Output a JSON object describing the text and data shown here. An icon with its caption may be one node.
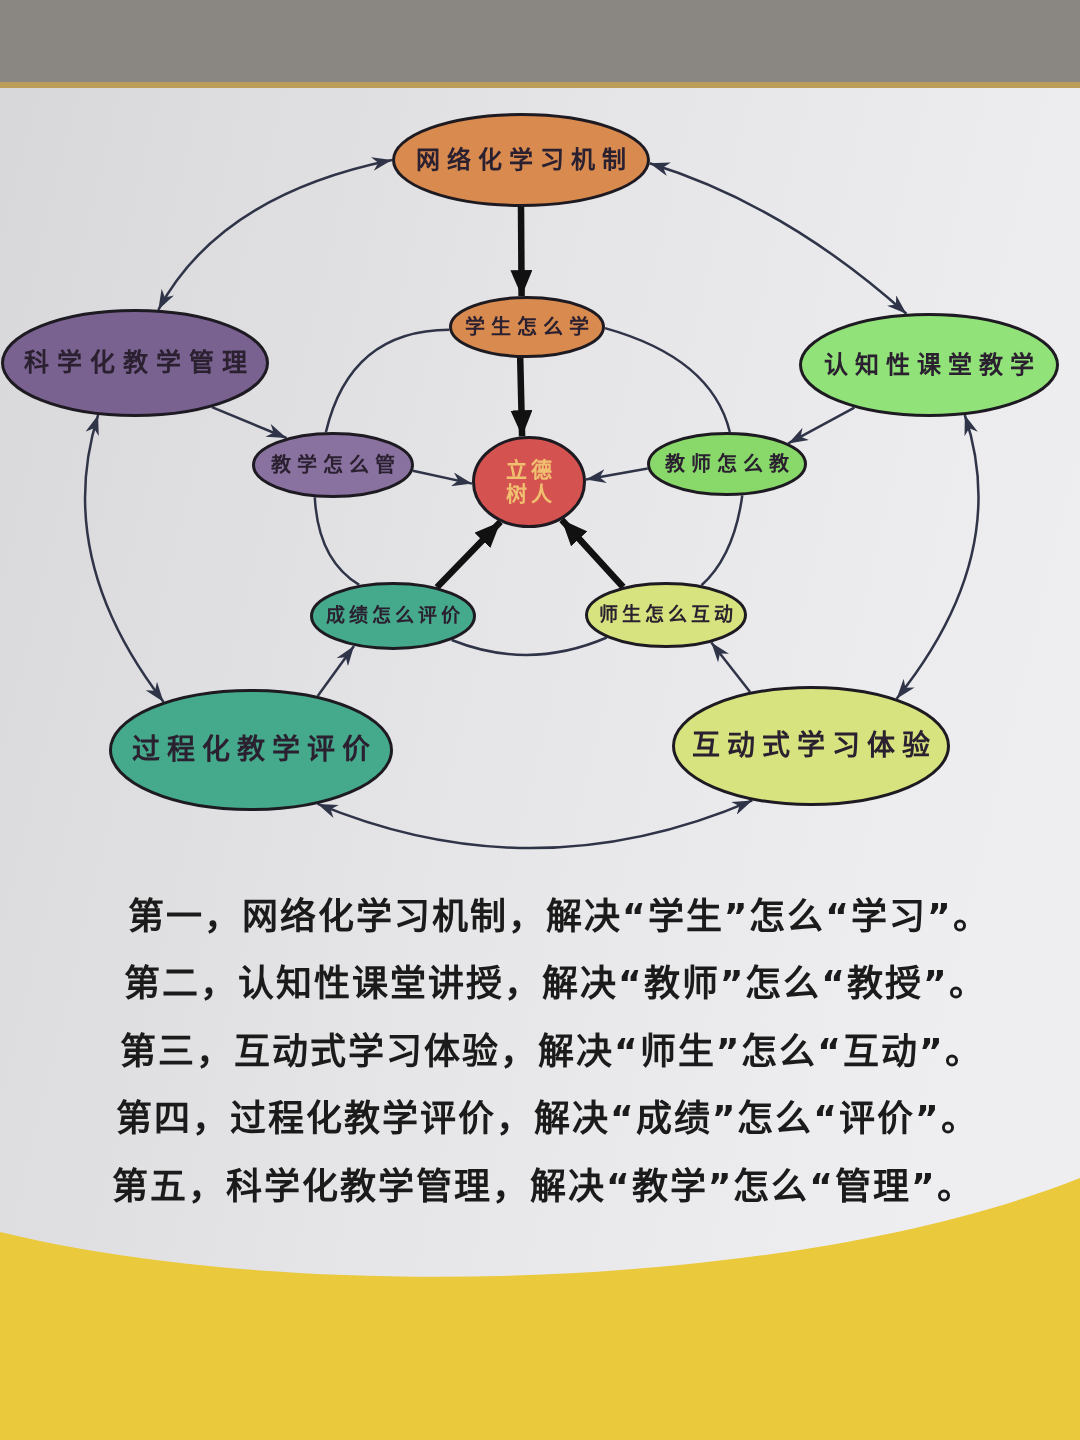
{
  "diagram": {
    "nodes": [
      {
        "text": [
          "网络化学习机制"
        ]
      },
      {
        "text": [
          "科学化教学管理"
        ]
      },
      {
        "text": [
          "学生怎么学"
        ]
      },
      {
        "text": [
          "认知性课堂教学"
        ]
      },
      {
        "text": [
          "教学怎么管"
        ]
      },
      {
        "text": [
          "立德树人"
        ]
      },
      {
        "text": [
          "教师怎么教"
        ]
      },
      {
        "text": [
          "成绩怎么评价"
        ]
      },
      {
        "text": [
          "师生怎么互动"
        ]
      },
      {
        "text": [
          "过程化教学评价"
        ]
      },
      {
        "text": [
          "互动式学习体验"
        ]
      }
    ],
    "edges": [
      {
        "from": 0,
        "to": 1,
        "arrow": "both"
      },
      {
        "from": 0,
        "to": 3,
        "arrow": "both"
      },
      {
        "from": 3,
        "to": 10,
        "arrow": "both"
      },
      {
        "from": 10,
        "to": 9,
        "arrow": "both"
      },
      {
        "from": 9,
        "to": 1,
        "arrow": "both"
      },
      {
        "from": 0,
        "to": 2,
        "arrow": "to",
        "style": "thick",
        "color": "#111111"
      },
      {
        "from": 1,
        "to": 4,
        "arrow": "to"
      },
      {
        "from": 3,
        "to": 6,
        "arrow": "to"
      },
      {
        "from": 9,
        "to": 7,
        "arrow": "to"
      },
      {
        "from": 10,
        "to": 8,
        "arrow": "to"
      },
      {
        "from": 2,
        "to": 5,
        "arrow": "to",
        "style": "thick",
        "color": "#111111"
      },
      {
        "from": 4,
        "to": 5,
        "arrow": "to"
      },
      {
        "from": 6,
        "to": 5,
        "arrow": "to"
      },
      {
        "from": 7,
        "to": 5,
        "arrow": "to",
        "style": "thick",
        "color": "#111111"
      },
      {
        "from": 8,
        "to": 5,
        "arrow": "to",
        "style": "thick",
        "color": "#111111"
      },
      {
        "from": 2,
        "to": 4,
        "arrow": "none"
      },
      {
        "from": 2,
        "to": 6,
        "arrow": "none"
      },
      {
        "from": 4,
        "to": 7,
        "arrow": "none"
      },
      {
        "from": 6,
        "to": 8,
        "arrow": "none"
      },
      {
        "from": 7,
        "to": 8,
        "arrow": "none"
      }
    ],
    "labels": [
      "第一，网络化学习机制，解决“学生”怎么“学习”。",
      "第二，认知性课堂讲授，解决“教师”怎么“教授”。",
      "第三，互动式学习体验，解决“师生”怎么“互动”。",
      "第四，过程化教学评价，解决“成绩”怎么“评价”。",
      "第五，科学化教学管理，解决“教学”怎么“管理”。"
    ]
  }
}
